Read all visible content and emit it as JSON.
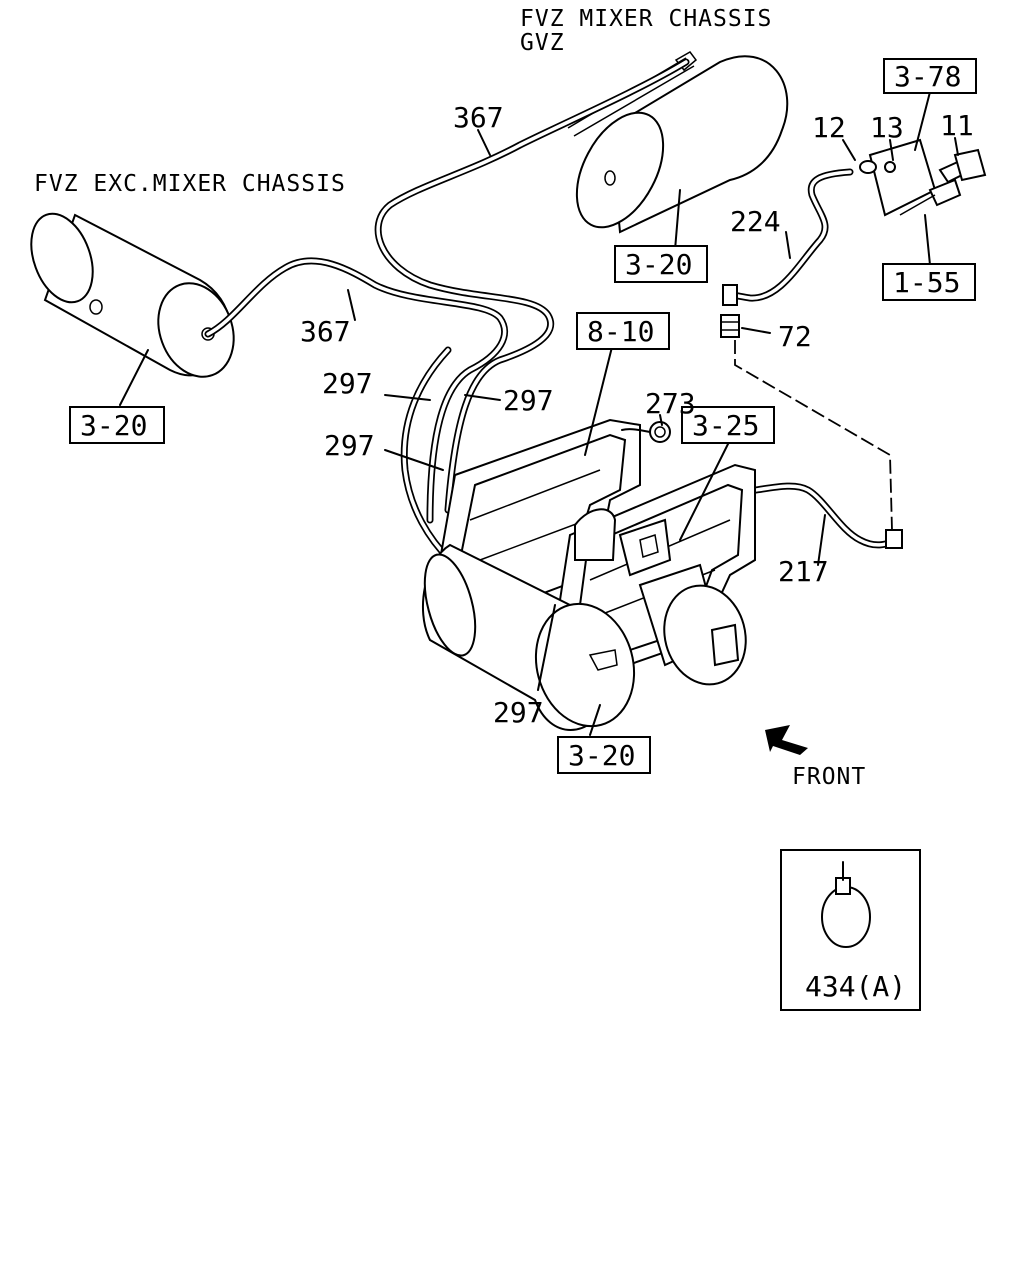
{
  "captions": {
    "fvz_mixer": "FVZ MIXER CHASSIS",
    "gvz": "GVZ",
    "fvz_exc_mixer": "FVZ EXC.MIXER CHASSIS",
    "front": "FRONT"
  },
  "refs": {
    "r_3_78": "3-78",
    "r_3_20_top": "3-20",
    "r_1_55": "1-55",
    "r_3_20_left": "3-20",
    "r_8_10": "8-10",
    "r_3_25": "3-25",
    "r_3_20_bottom": "3-20"
  },
  "parts": {
    "p367_top": "367",
    "p367_left": "367",
    "p12": "12",
    "p13": "13",
    "p11": "11",
    "p224": "224",
    "p72": "72",
    "p297_a": "297",
    "p297_b": "297",
    "p297_c": "297",
    "p297_d": "297",
    "p273": "273",
    "p217": "217",
    "p434": "434(A)"
  }
}
